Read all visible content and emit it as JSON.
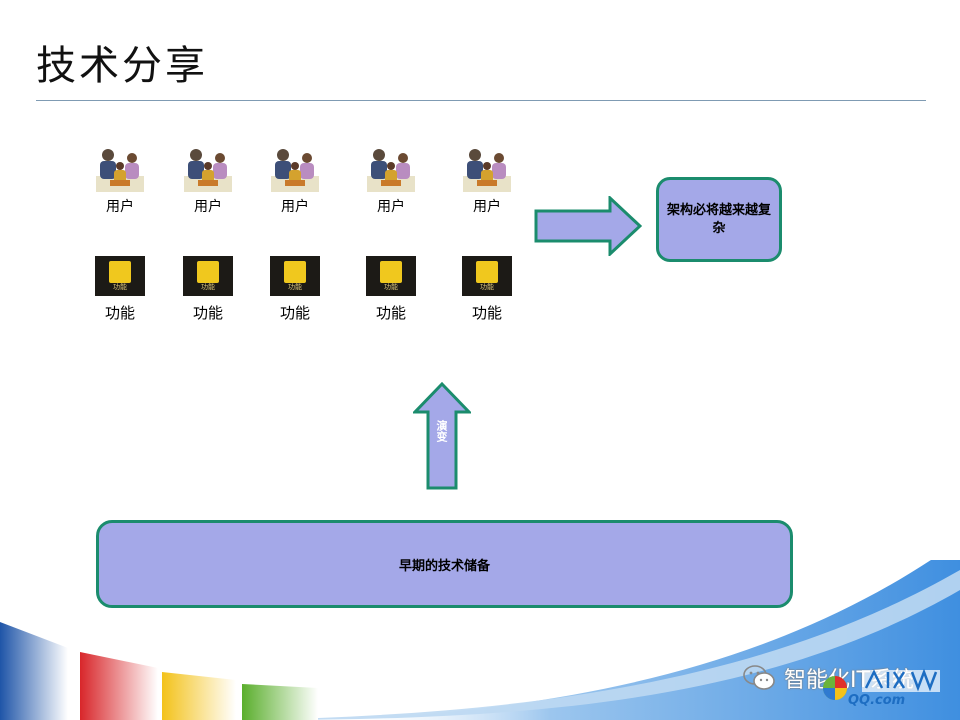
{
  "slide": {
    "title": "技术分享"
  },
  "users": [
    {
      "label": "用户"
    },
    {
      "label": "用户"
    },
    {
      "label": "用户"
    },
    {
      "label": "用户"
    },
    {
      "label": "用户"
    }
  ],
  "functions": [
    {
      "label": "功能",
      "icon_text": "功能"
    },
    {
      "label": "功能",
      "icon_text": "功能"
    },
    {
      "label": "功能",
      "icon_text": "功能"
    },
    {
      "label": "功能",
      "icon_text": "功能"
    },
    {
      "label": "功能",
      "icon_text": "功能"
    }
  ],
  "result_box": {
    "text": "架构必将越来越复杂"
  },
  "up_arrow": {
    "text": "演变"
  },
  "base_box": {
    "text": "早期的技术储备"
  },
  "watermark": {
    "text": "智能化IT系统"
  },
  "qq_logo": {
    "text": "QQ.com"
  },
  "colors": {
    "box_fill": "#a4a8e8",
    "box_border": "#1b8c6d",
    "title_rule": "#7f9bb3"
  }
}
